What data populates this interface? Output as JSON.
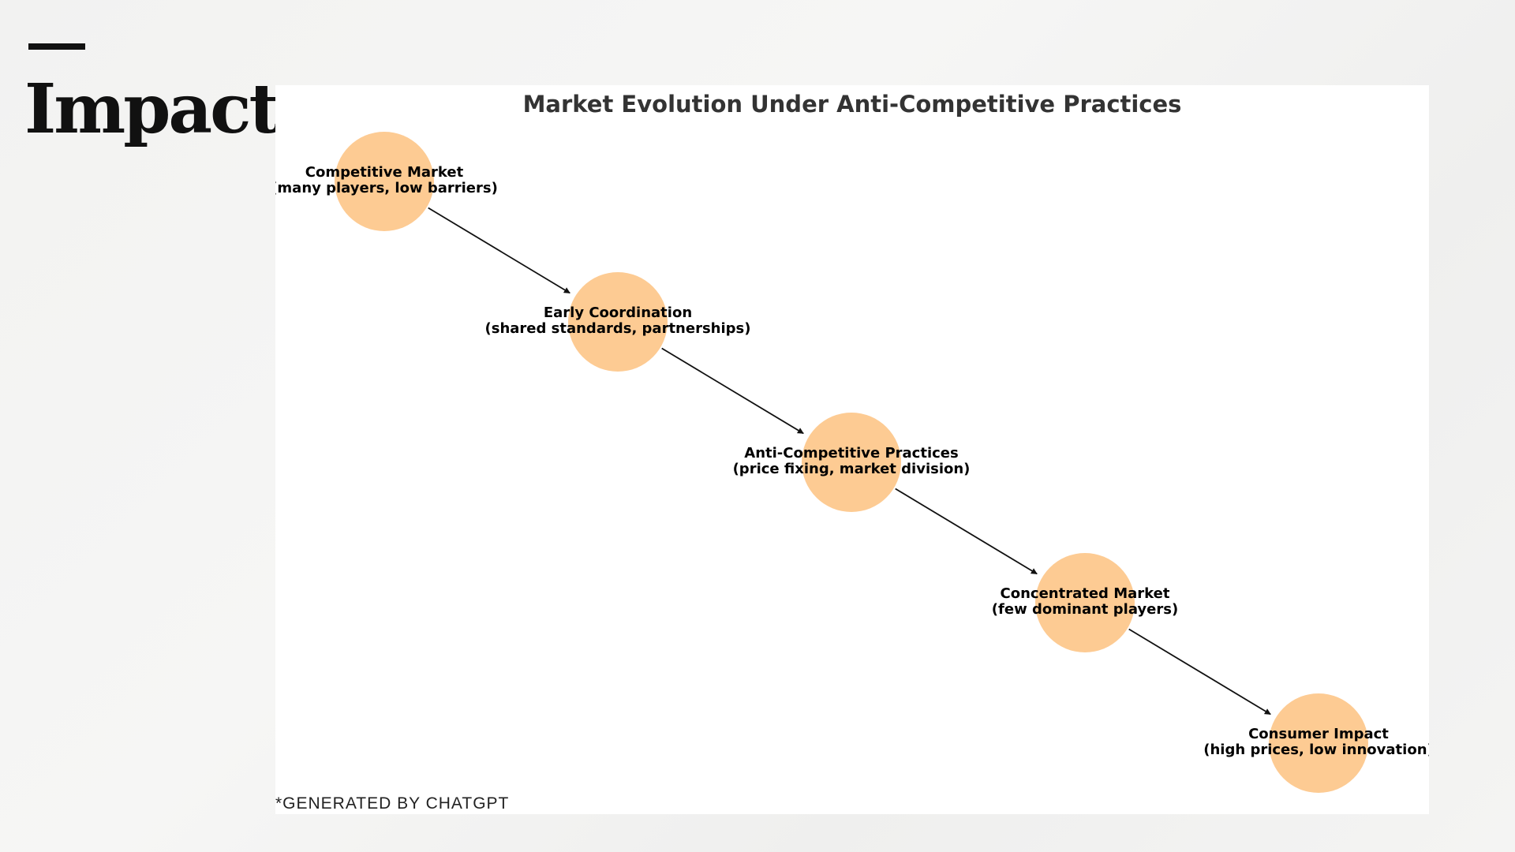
{
  "slide": {
    "title": "Impact",
    "footnote": "*GENERATED BY CHATGPT"
  },
  "colors": {
    "node_fill": "#fdcb93",
    "edge": "#111111",
    "title_text": "#333333",
    "label_text": "#000000"
  },
  "diagram": {
    "title": "Market Evolution Under Anti-Competitive Practices",
    "nodes": [
      {
        "id": "competitive-market",
        "line1": "Competitive Market",
        "line2": "(many players, low barriers)"
      },
      {
        "id": "early-coordination",
        "line1": "Early Coordination",
        "line2": "(shared standards, partnerships)"
      },
      {
        "id": "anti-competitive-practices",
        "line1": "Anti-Competitive Practices",
        "line2": "(price fixing, market division)"
      },
      {
        "id": "concentrated-market",
        "line1": "Concentrated Market",
        "line2": "(few dominant players)"
      },
      {
        "id": "consumer-impact",
        "line1": "Consumer Impact",
        "line2": "(high prices, low innovation)"
      }
    ],
    "edges": [
      {
        "from": "competitive-market",
        "to": "early-coordination"
      },
      {
        "from": "early-coordination",
        "to": "anti-competitive-practices"
      },
      {
        "from": "anti-competitive-practices",
        "to": "concentrated-market"
      },
      {
        "from": "concentrated-market",
        "to": "consumer-impact"
      }
    ]
  }
}
